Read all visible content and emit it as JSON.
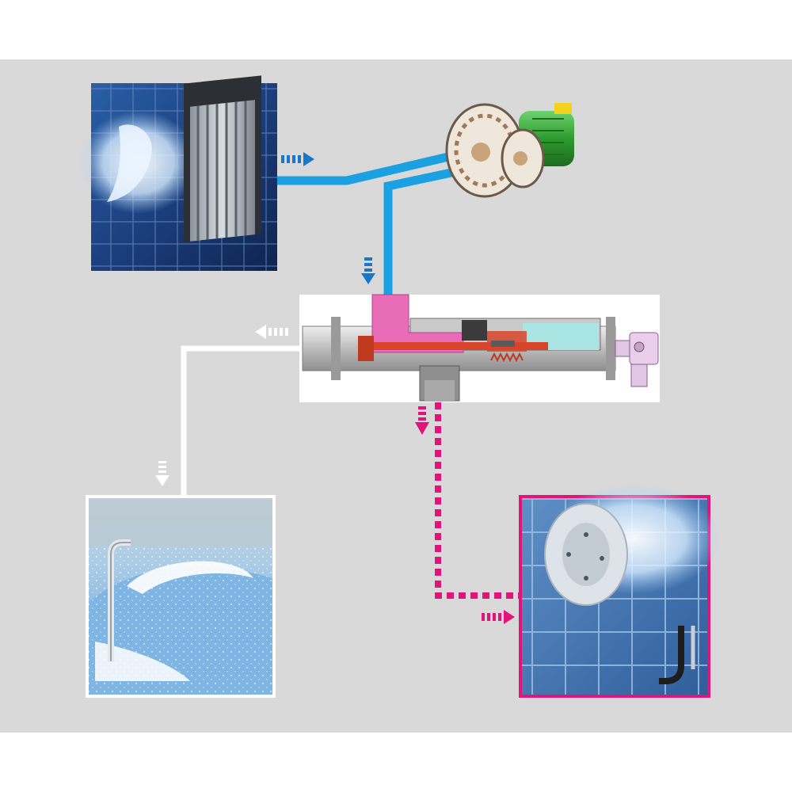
{
  "diagram": {
    "background_color": "#d9d9d9",
    "colors": {
      "water_supply": "#1ba1e2",
      "water_arrow": "#1976c8",
      "air_return": "#ffffff",
      "bubble_output": "#e2137a",
      "mixer_chamber": "#e86cb8",
      "pump_motor": "#2e9b2e"
    },
    "nodes": [
      {
        "id": "suction-grille",
        "icon": "pool-wall-grille-photo"
      },
      {
        "id": "circulation-pump",
        "icon": "electric-pump-motor"
      },
      {
        "id": "air-mixer-unit",
        "icon": "cutaway-air-water-mixer"
      },
      {
        "id": "whirlpool-basin",
        "icon": "whirlpool-pool-photo"
      },
      {
        "id": "bubble-nozzle",
        "icon": "wall-air-jet-nozzle-photo"
      }
    ],
    "flows": [
      {
        "from": "suction-grille",
        "to": "circulation-pump",
        "style": "solid",
        "color": "water_supply"
      },
      {
        "from": "circulation-pump",
        "to": "air-mixer-unit",
        "style": "solid",
        "color": "water_supply"
      },
      {
        "from": "air-mixer-unit",
        "to": "whirlpool-basin",
        "style": "solid",
        "color": "air_return"
      },
      {
        "from": "air-mixer-unit",
        "to": "bubble-nozzle",
        "style": "dotted",
        "color": "bubble_output"
      }
    ]
  }
}
